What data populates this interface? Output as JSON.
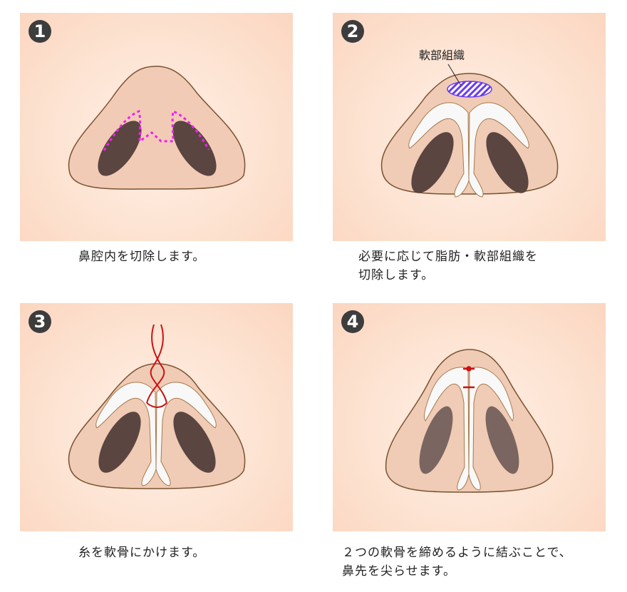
{
  "steps": [
    {
      "number": "1",
      "caption": "鼻腔内を切除します。"
    },
    {
      "number": "2",
      "caption": "必要に応じて脂肪・軟部組織を\n切除します。",
      "label": "軟部組織"
    },
    {
      "number": "3",
      "caption": "糸を軟骨にかけます。"
    },
    {
      "number": "4",
      "caption": "２つの軟骨を締めるように結ぶことで、\n鼻先を尖らせます。"
    }
  ],
  "colors": {
    "skin": "#f0cbb5",
    "outline": "#7a5230",
    "nostril": "#5a4540",
    "incision": "#ee22ee",
    "tissue": "#6a3cf0",
    "thread": "#cc1111"
  }
}
